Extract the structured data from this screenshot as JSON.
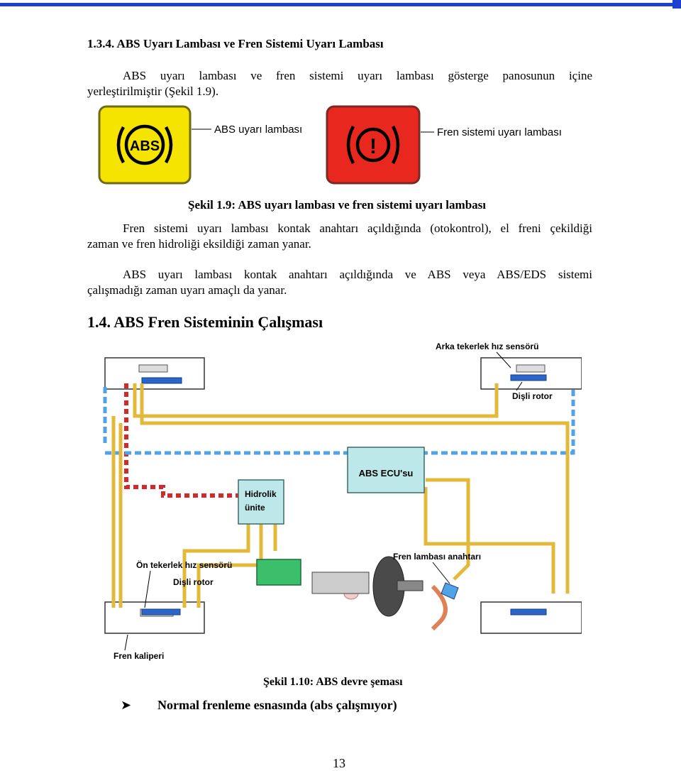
{
  "section_heading": "1.3.4. ABS Uyarı Lambası ve Fren Sistemi Uyarı Lambası",
  "para1": {
    "line1": "ABS uyarı lambası ve fren sistemi uyarı lambası gösterge panosunun içine",
    "line2": "yerleştirilmiştir (Şekil 1.9)."
  },
  "figure1": {
    "abs_lamp_text": "ABS",
    "abs_label": "ABS uyarı lambası",
    "brake_lamp_text": "!",
    "brake_label": "Fren sistemi uyarı lambası",
    "caption": "Şekil 1.9: ABS uyarı lambası ve fren sistemi uyarı lambası",
    "colors": {
      "abs_lamp": "#f5e400",
      "brake_lamp": "#e8271f"
    }
  },
  "para2": {
    "line1": "Fren sistemi uyarı lambası kontak anahtarı açıldığında (otokontrol), el freni çekildiği",
    "line2": "zaman ve fren hidroliği eksildiği zaman yanar."
  },
  "para3": {
    "line1": "ABS uyarı lambası kontak anahtarı açıldığında ve ABS veya ABS/EDS sistemi",
    "line2": "çalışmadığı zaman uyarı amaçlı da yanar."
  },
  "heading2": "1.4. ABS Fren Sisteminin Çalışması",
  "figure2": {
    "labels": {
      "rear_sensor": "Arka tekerlek hız sensörü",
      "rear_rotor": "Dişli rotor",
      "ecu": "ABS ECU'su",
      "hydraulic_1": "Hidrolik",
      "hydraulic_2": "ünite",
      "brake_switch": "Fren lambası anahtarı",
      "front_sensor": "Ön tekerlek hız sensörü",
      "front_rotor": "Dişli rotor",
      "caliper": "Fren kaliperi"
    },
    "caption": "Şekil 1.10: ABS devre şeması",
    "colors": {
      "wire": "#e3b93a",
      "hydraulic_line": "#4fa3e6",
      "warning_line": "#d22a2a",
      "unit": "#bde8ea"
    }
  },
  "bullet": {
    "icon": "arrowhead-icon",
    "text": "Normal frenleme esnasında (abs çalışmıyor)"
  },
  "page_number": "13"
}
